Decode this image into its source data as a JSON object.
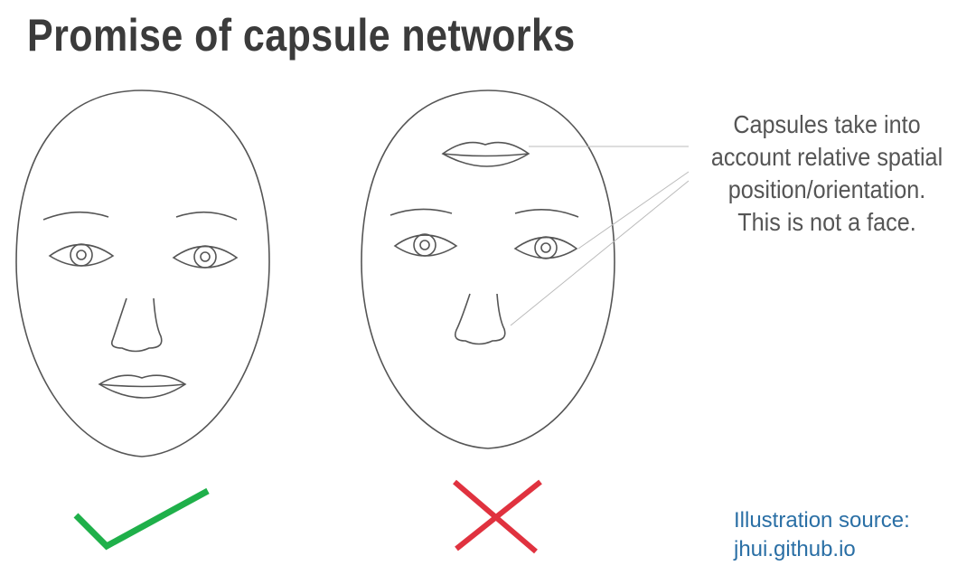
{
  "title": "Promise of capsule networks",
  "note": {
    "lines": [
      "Capsules take into",
      "account relative spatial",
      "position/orientation.",
      "This is not a face."
    ]
  },
  "source": {
    "label": "Illustration source:",
    "link": "jhui.github.io"
  },
  "marks": {
    "correct": {
      "icon": "check-icon",
      "color": "#1fb04a"
    },
    "incorrect": {
      "icon": "cross-icon",
      "color": "#e0323f"
    }
  }
}
